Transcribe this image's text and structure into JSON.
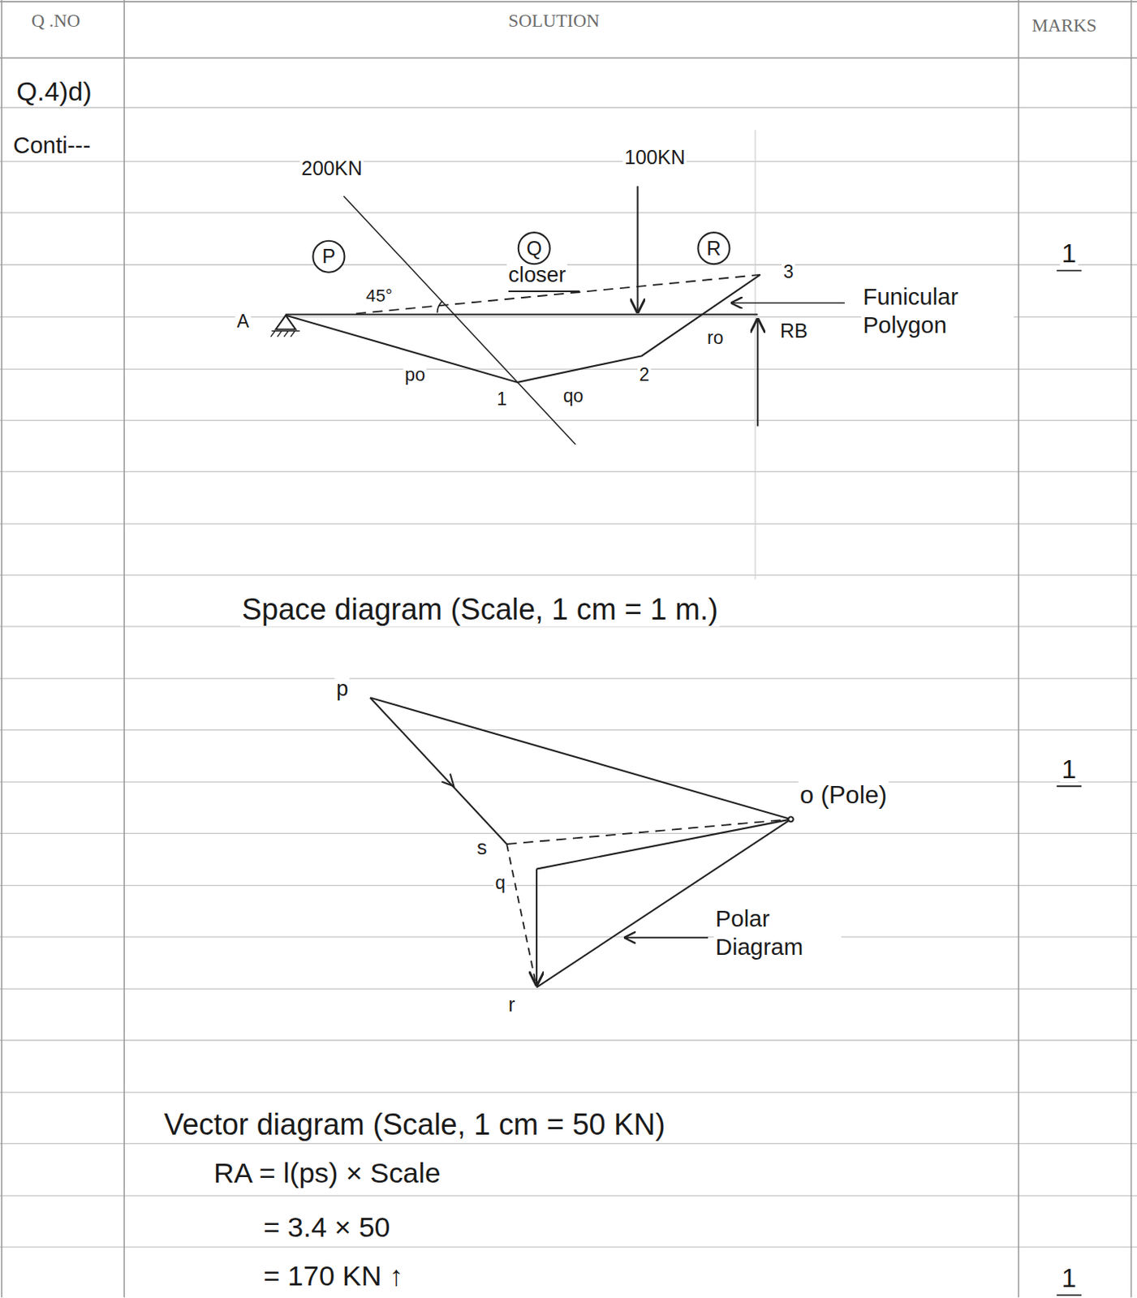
{
  "diagram": {
    "nodes": [
      {
        "text": [
          "P"
        ]
      },
      {
        "text": [
          "Q"
        ]
      },
      {
        "text": [
          "R"
        ]
      }
    ],
    "labels": [
      "Q .NO",
      "SOLUTION",
      "MARKS",
      "Q.4)d)",
      "Conti---",
      "200KN",
      "100KN",
      "45°",
      "closer",
      "3",
      "A",
      "RB",
      "Funicular Polygon",
      "po",
      "1",
      "qo",
      "2",
      "ro",
      "1",
      "Space diagram (Scale, 1 cm = 1 m.)",
      "p",
      "o (Pole)",
      "s",
      "q",
      "r",
      "Polar Diagram",
      "1",
      "Vector diagram (Scale, 1 cm = 50 KN)",
      "RA = l(ps) × Scale",
      "= 3.4 × 50",
      "= 170 KN ↑",
      "1"
    ]
  }
}
